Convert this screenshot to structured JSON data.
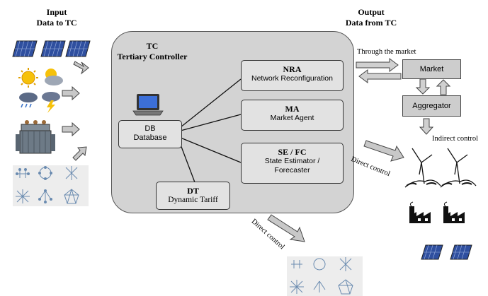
{
  "input_header": {
    "line1": "Input",
    "line2": "Data to TC"
  },
  "output_header": {
    "line1": "Output",
    "line2": "Data from TC"
  },
  "tc": {
    "abbr": "TC",
    "title": "Tertiary Controller"
  },
  "modules": {
    "nra": {
      "abbr": "NRA",
      "label": "Network Reconfiguration"
    },
    "ma": {
      "abbr": "MA",
      "label": "Market Agent"
    },
    "sefc": {
      "abbr": "SE / FC",
      "label_line1": "State Estimator /",
      "label_line2": "Forecaster"
    },
    "db": {
      "abbr": "DB",
      "label": "Database"
    },
    "dt": {
      "abbr": "DT",
      "label": "Dynamic Tariff"
    }
  },
  "market": {
    "label": "Market"
  },
  "aggregator": {
    "label": "Aggregator"
  },
  "labels": {
    "through_market": "Through the market",
    "indirect_control": "Indirect control",
    "direct_control_right": "Direct control",
    "direct_control_bottom": "Direct control"
  },
  "icons": [
    "solar-panel-icon",
    "weather-icon",
    "transformer-icon",
    "network-topology-icon",
    "laptop-icon",
    "wind-turbine-icon",
    "factory-icon"
  ],
  "colors": {
    "tc_fill": "#d3d3d3",
    "module_fill": "#e2e2e2",
    "panel_blue": "#2f4f9f",
    "arrow_fill": "#c8c8c8"
  }
}
